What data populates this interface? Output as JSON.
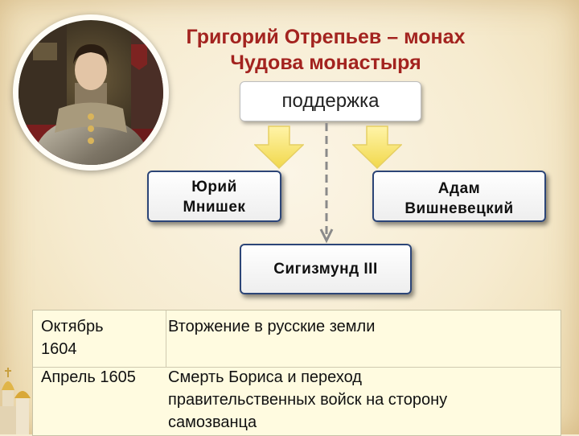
{
  "title": {
    "line1": "Григорий Отрепьев – монах",
    "line2": "Чудова монастыря"
  },
  "boxes": {
    "support": "поддержка",
    "mnishek": [
      "Юрий",
      "Мнишек"
    ],
    "vishnevetsky": [
      "Адам",
      "Вишневецкий"
    ],
    "sigismund": "Сигизмунд III"
  },
  "table": {
    "rows": [
      {
        "date": [
          "Октябрь",
          "1604"
        ],
        "event": [
          "Вторжение в русские земли"
        ]
      },
      {
        "date": [
          "Апрель 1605"
        ],
        "event": [
          "Смерть Бориса и переход",
          "правительственных войск на сторону",
          "самозванца"
        ]
      }
    ]
  },
  "colors": {
    "title": "#a3231f",
    "box_border": "#2c4577",
    "arrow_fill": "#f7e96a",
    "background": "#f6ecd2",
    "table_fill": "#fffbe0"
  },
  "icons": [
    "portrait-image",
    "yellow-down-arrow",
    "dashed-down-arrow",
    "church-dome-icon"
  ]
}
